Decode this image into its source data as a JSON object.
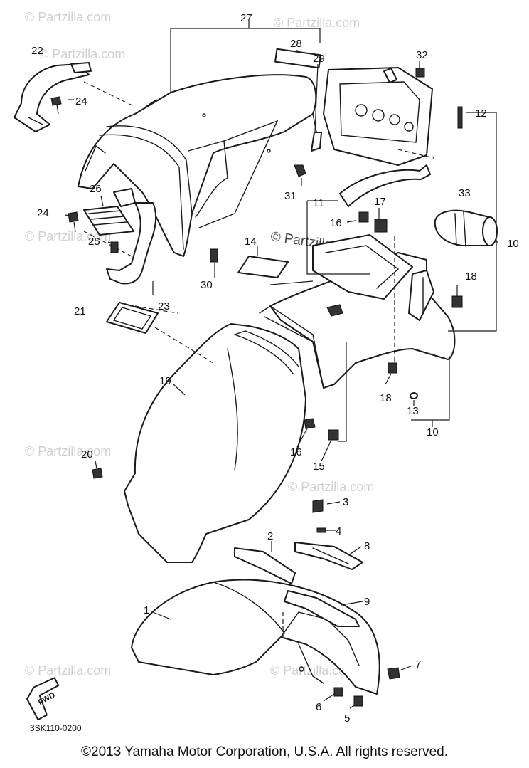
{
  "callouts": [
    {
      "id": "n1",
      "label": "1"
    },
    {
      "id": "n2",
      "label": "2"
    },
    {
      "id": "n3",
      "label": "3"
    },
    {
      "id": "n4",
      "label": "4"
    },
    {
      "id": "n5",
      "label": "5"
    },
    {
      "id": "n6",
      "label": "6"
    },
    {
      "id": "n7",
      "label": "7"
    },
    {
      "id": "n8",
      "label": "8"
    },
    {
      "id": "n9",
      "label": "9"
    },
    {
      "id": "n10a",
      "label": "10"
    },
    {
      "id": "n10b",
      "label": "10"
    },
    {
      "id": "n11",
      "label": "11"
    },
    {
      "id": "n12",
      "label": "12"
    },
    {
      "id": "n13",
      "label": "13"
    },
    {
      "id": "n14",
      "label": "14"
    },
    {
      "id": "n15",
      "label": "15"
    },
    {
      "id": "n16a",
      "label": "16"
    },
    {
      "id": "n16b",
      "label": "16"
    },
    {
      "id": "n17",
      "label": "17"
    },
    {
      "id": "n18a",
      "label": "18"
    },
    {
      "id": "n18b",
      "label": "18"
    },
    {
      "id": "n19",
      "label": "19"
    },
    {
      "id": "n20",
      "label": "20"
    },
    {
      "id": "n21",
      "label": "21"
    },
    {
      "id": "n22",
      "label": "22"
    },
    {
      "id": "n23",
      "label": "23"
    },
    {
      "id": "n24a",
      "label": "24"
    },
    {
      "id": "n24b",
      "label": "24"
    },
    {
      "id": "n25",
      "label": "25"
    },
    {
      "id": "n26",
      "label": "26"
    },
    {
      "id": "n27",
      "label": "27"
    },
    {
      "id": "n28",
      "label": "28"
    },
    {
      "id": "n29",
      "label": "29"
    },
    {
      "id": "n30",
      "label": "30"
    },
    {
      "id": "n31",
      "label": "31"
    },
    {
      "id": "n32",
      "label": "32"
    },
    {
      "id": "n33",
      "label": "33"
    }
  ],
  "diagram_code": "3SK110-0200",
  "fwd_label": "FWD",
  "watermark": "© Partzilla.com",
  "copyright": "©2013 Yamaha Motor Corporation, U.S.A. All rights reserved.",
  "colors": {
    "ink": "#1a1a1a",
    "watermark": "#d0d0d0",
    "background": "#ffffff"
  }
}
